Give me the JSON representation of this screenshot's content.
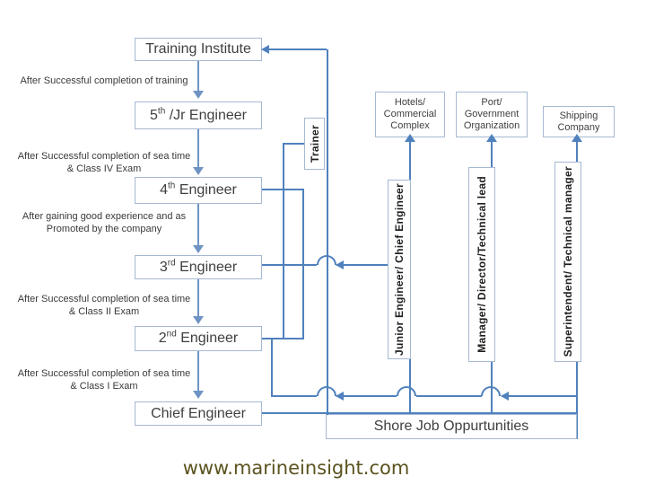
{
  "title": "Marine engineer career path flowchart",
  "ladder": {
    "stages": [
      {
        "prefix": "Training Institute",
        "sup": "",
        "rest": ""
      },
      {
        "prefix": "5",
        "sup": "th",
        "rest": " /Jr Engineer"
      },
      {
        "prefix": "4",
        "sup": "th",
        "rest": " Engineer"
      },
      {
        "prefix": "3",
        "sup": "rd",
        "rest": " Engineer"
      },
      {
        "prefix": "2",
        "sup": "nd",
        "rest": " Engineer"
      },
      {
        "prefix": "Chief Engineer",
        "sup": "",
        "rest": ""
      }
    ],
    "transitions": [
      "After Successful completion of training",
      "After Successful completion of sea time\n& Class IV Exam",
      "After gaining good experience and as\nPromoted by the company",
      "After Successful completion of sea time\n& Class II Exam",
      "After Successful completion of sea time\n& Class I Exam"
    ]
  },
  "shore_roles": [
    {
      "label": "Trainer"
    },
    {
      "label": "Junior Engineer/ Chief Engineer"
    },
    {
      "label": "Manager/ Director/Technical lead"
    },
    {
      "label": "Superintendent/ Technical manager"
    }
  ],
  "destinations": [
    {
      "label": "Hotels/\nCommercial\nComplex"
    },
    {
      "label": "Port/\nGovernment\nOrganization"
    },
    {
      "label": "Shipping\nCompany"
    }
  ],
  "shore_jobs_label": "Shore Job Oppurtunities",
  "website": "www.marineinsight.com",
  "colors": {
    "connector": "#4f81bd",
    "ladder_arrow": "#6f94c4",
    "box_border": "#a6b8d2",
    "text": "#3f3f3f",
    "role_text": "#1f1f1f",
    "website_text": "#5b5320"
  }
}
